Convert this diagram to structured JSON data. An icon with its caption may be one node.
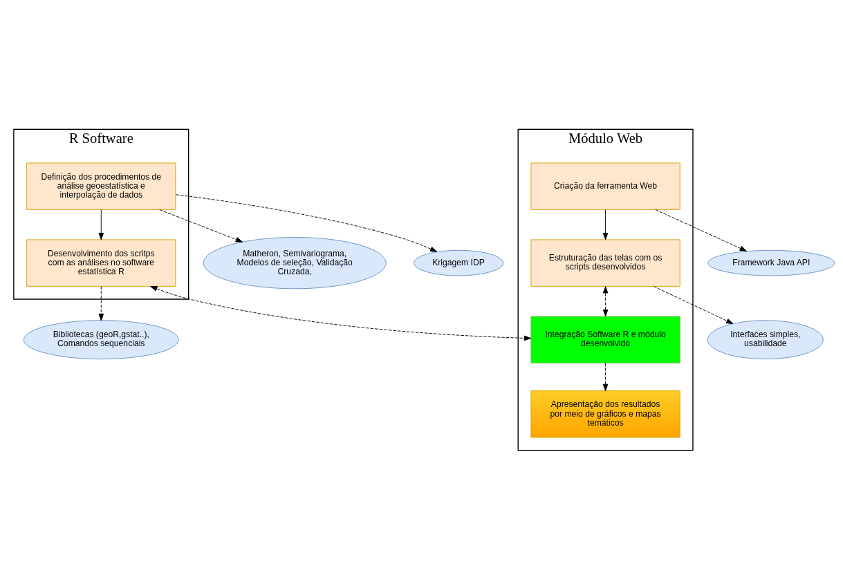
{
  "diagram": {
    "nodes": [
      {
        "text": [
          "R Software"
        ]
      },
      {
        "text": [
          "Definição dos procedimentos de análise geoestatística e interpolação de dados"
        ],
        "in": 0
      },
      {
        "text": [
          "Desenvolvimento dos scritps com as análises no software estatística R"
        ],
        "in": 0
      },
      {
        "text": [
          "Módulo Web"
        ]
      },
      {
        "text": [
          "Criação da ferramenta Web"
        ],
        "in": 3
      },
      {
        "text": [
          "Estruturação das telas com os scripts desenvolvidos"
        ],
        "in": 3
      },
      {
        "text": [
          "Integração Software R e módulo desenvolvido"
        ],
        "in": 3
      },
      {
        "text": [
          "Apresentação dos resultados por meio de gráficos e mapas temáticos"
        ],
        "in": 3
      },
      {
        "text": [
          "Matheron, Semivariograma, Modelos de seleção, Validação Cruzada,"
        ]
      },
      {
        "text": [
          "Krigagem IDP"
        ]
      },
      {
        "text": [
          "Bibliotecas (geoR,gstat..), Comandos sequenciais"
        ]
      },
      {
        "text": [
          "Framework Java API"
        ]
      },
      {
        "text": [
          "Interfaces simples, usabilidade"
        ]
      }
    ],
    "edges": [
      {
        "from": 1,
        "to": 8,
        "arrow": "to",
        "style": "dashed"
      },
      {
        "from": 1,
        "to": 9,
        "arrow": "to",
        "style": "dashed"
      },
      {
        "from": 1,
        "to": 2,
        "arrow": "to"
      },
      {
        "from": 2,
        "to": 10,
        "arrow": "to",
        "style": "dashed"
      },
      {
        "from": 4,
        "to": 11,
        "arrow": "to",
        "style": "dashed"
      },
      {
        "from": 4,
        "to": 5,
        "arrow": "to"
      },
      {
        "from": 5,
        "to": 12,
        "arrow": "to",
        "style": "dashed"
      },
      {
        "from": 5,
        "to": 6,
        "arrow": "both",
        "style": "dashed"
      },
      {
        "from": 2,
        "to": 6,
        "arrow": "both",
        "style": "dashed"
      },
      {
        "from": 6,
        "to": 7,
        "arrow": "to",
        "style": "dashed"
      }
    ]
  }
}
